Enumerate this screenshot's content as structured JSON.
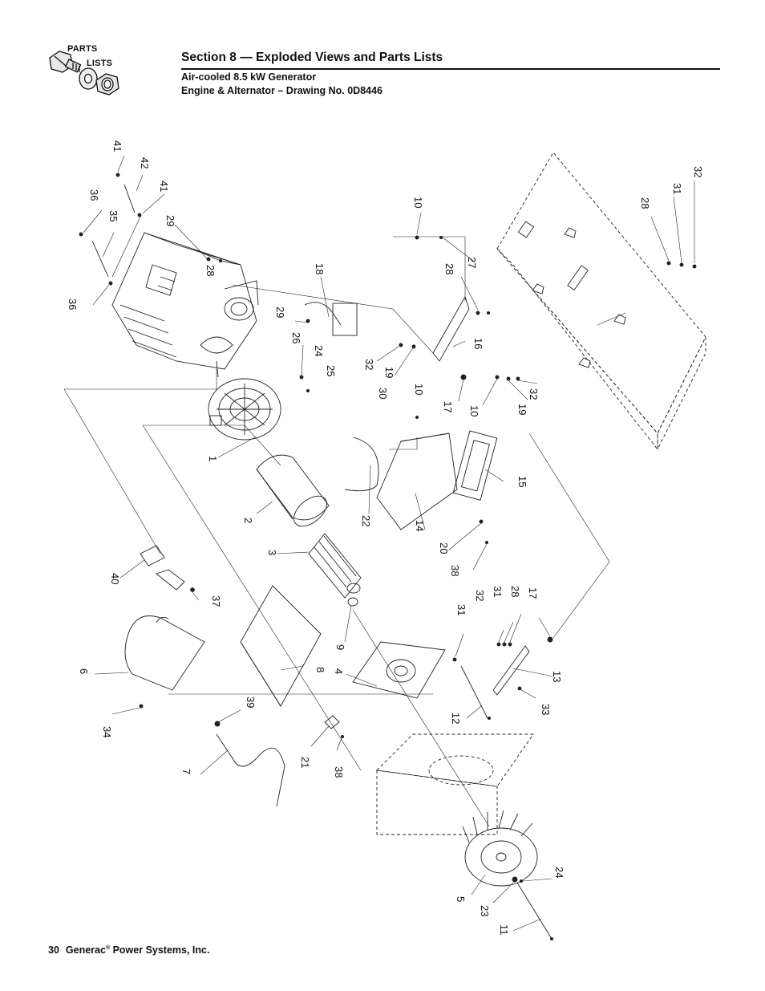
{
  "logo": {
    "word1": "PARTS",
    "word2": "LISTS"
  },
  "header": {
    "section_title": "Section 8 — Exploded Views and Parts Lists",
    "subtitle_line1": "Air-cooled 8.5 kW Generator",
    "subtitle_line2": "Engine & Alternator – Drawing No. 0D8446"
  },
  "footer": {
    "page_number": "30",
    "company": "Generac",
    "registered": "®",
    "company_rest": " Power Systems, Inc."
  },
  "callouts": [
    "41",
    "42",
    "41",
    "36",
    "35",
    "29",
    "28",
    "36",
    "18",
    "29",
    "26",
    "24",
    "25",
    "10",
    "27",
    "28",
    "32",
    "19",
    "16",
    "10",
    "30",
    "17",
    "10",
    "19",
    "32",
    "28",
    "31",
    "32",
    "1",
    "2",
    "22",
    "3",
    "14",
    "15",
    "20",
    "38",
    "40",
    "37",
    "6",
    "9",
    "8",
    "4",
    "32",
    "31",
    "28",
    "17",
    "31",
    "13",
    "12",
    "33",
    "34",
    "39",
    "7",
    "21",
    "38",
    "5",
    "23",
    "24",
    "11"
  ]
}
